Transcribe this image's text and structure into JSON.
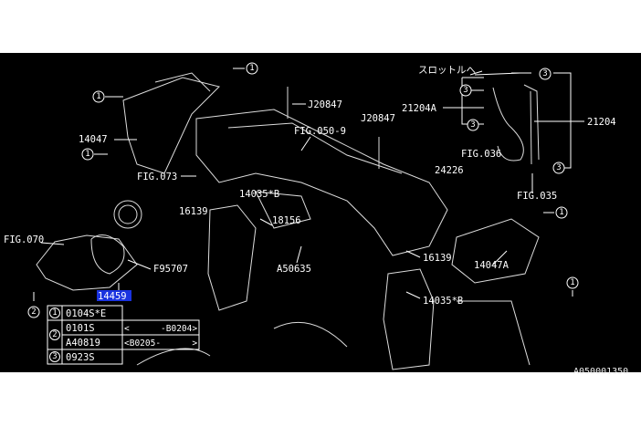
{
  "diagram_id": "A050001350",
  "labels": {
    "throttle_note": "スロットルへ",
    "p14047": "14047",
    "fig073": "FIG.073",
    "fig070": "FIG.070",
    "f95707": "F95707",
    "p14459": "14459",
    "j20847_a": "J20847",
    "fig050_9": "FIG.050-9",
    "j20847_b": "J20847",
    "p21204a": "21204A",
    "p21204": "21204",
    "fig036": "FIG.036",
    "p24226": "24226",
    "fig035": "FIG.035",
    "p14035b_a": "14035*B",
    "p16139_a": "16139",
    "p18156": "18156",
    "a50635": "A50635",
    "p16139_b": "16139",
    "p14047a": "14047A",
    "p14035b_b": "14035*B"
  },
  "callouts": [
    "1",
    "2",
    "3"
  ],
  "table": {
    "rows": [
      {
        "ref": "1",
        "part": "0104S*E",
        "range": ""
      },
      {
        "ref": "2",
        "part": "0101S",
        "range": "<      -B0204>"
      },
      {
        "ref": "2",
        "part": "A40819",
        "range": "<B0205-      >"
      },
      {
        "ref": "3",
        "part": "0923S",
        "range": ""
      }
    ]
  },
  "colors": {
    "background": "#000000",
    "highlight": "#1a33e0"
  }
}
